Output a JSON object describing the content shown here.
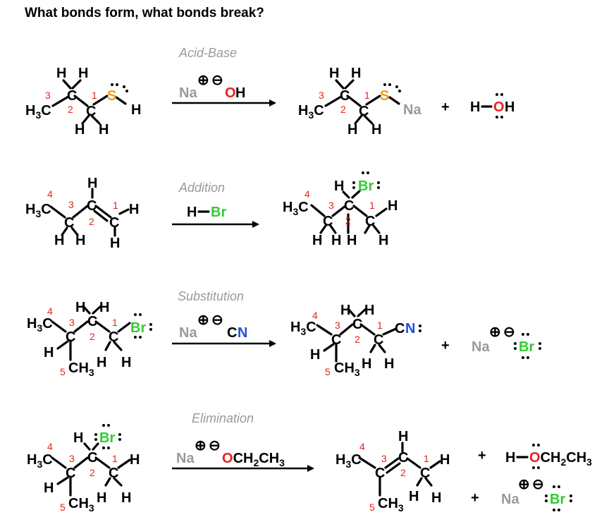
{
  "title": "What bonds form, what bonds break?",
  "colors": {
    "black": "#000000",
    "numRed": "#e8221c",
    "sulfur": "#f39c12",
    "oxygen": "#e8221c",
    "bromine": "#33cc33",
    "nitrogen": "#1f4fe0",
    "sodium": "#9a9a9a",
    "label": "#9a9a9a"
  },
  "atoms": {
    "H": "H",
    "C": "C",
    "S": "S",
    "O": "O",
    "N": "N",
    "Br": "Br",
    "Na": "Na",
    "H3": "H",
    "three": "3",
    "H2": "H",
    "two": "2"
  },
  "nums": {
    "n1": "1",
    "n2": "2",
    "n3": "3",
    "n4": "4",
    "n5": "5"
  },
  "charges": {
    "plus": "⊕",
    "minus": "⊖"
  },
  "ops": {
    "plus": "+"
  },
  "reactions": [
    {
      "label": "Acid-Base"
    },
    {
      "label": "Addition"
    },
    {
      "label": "Substitution"
    },
    {
      "label": "Elimination"
    }
  ]
}
